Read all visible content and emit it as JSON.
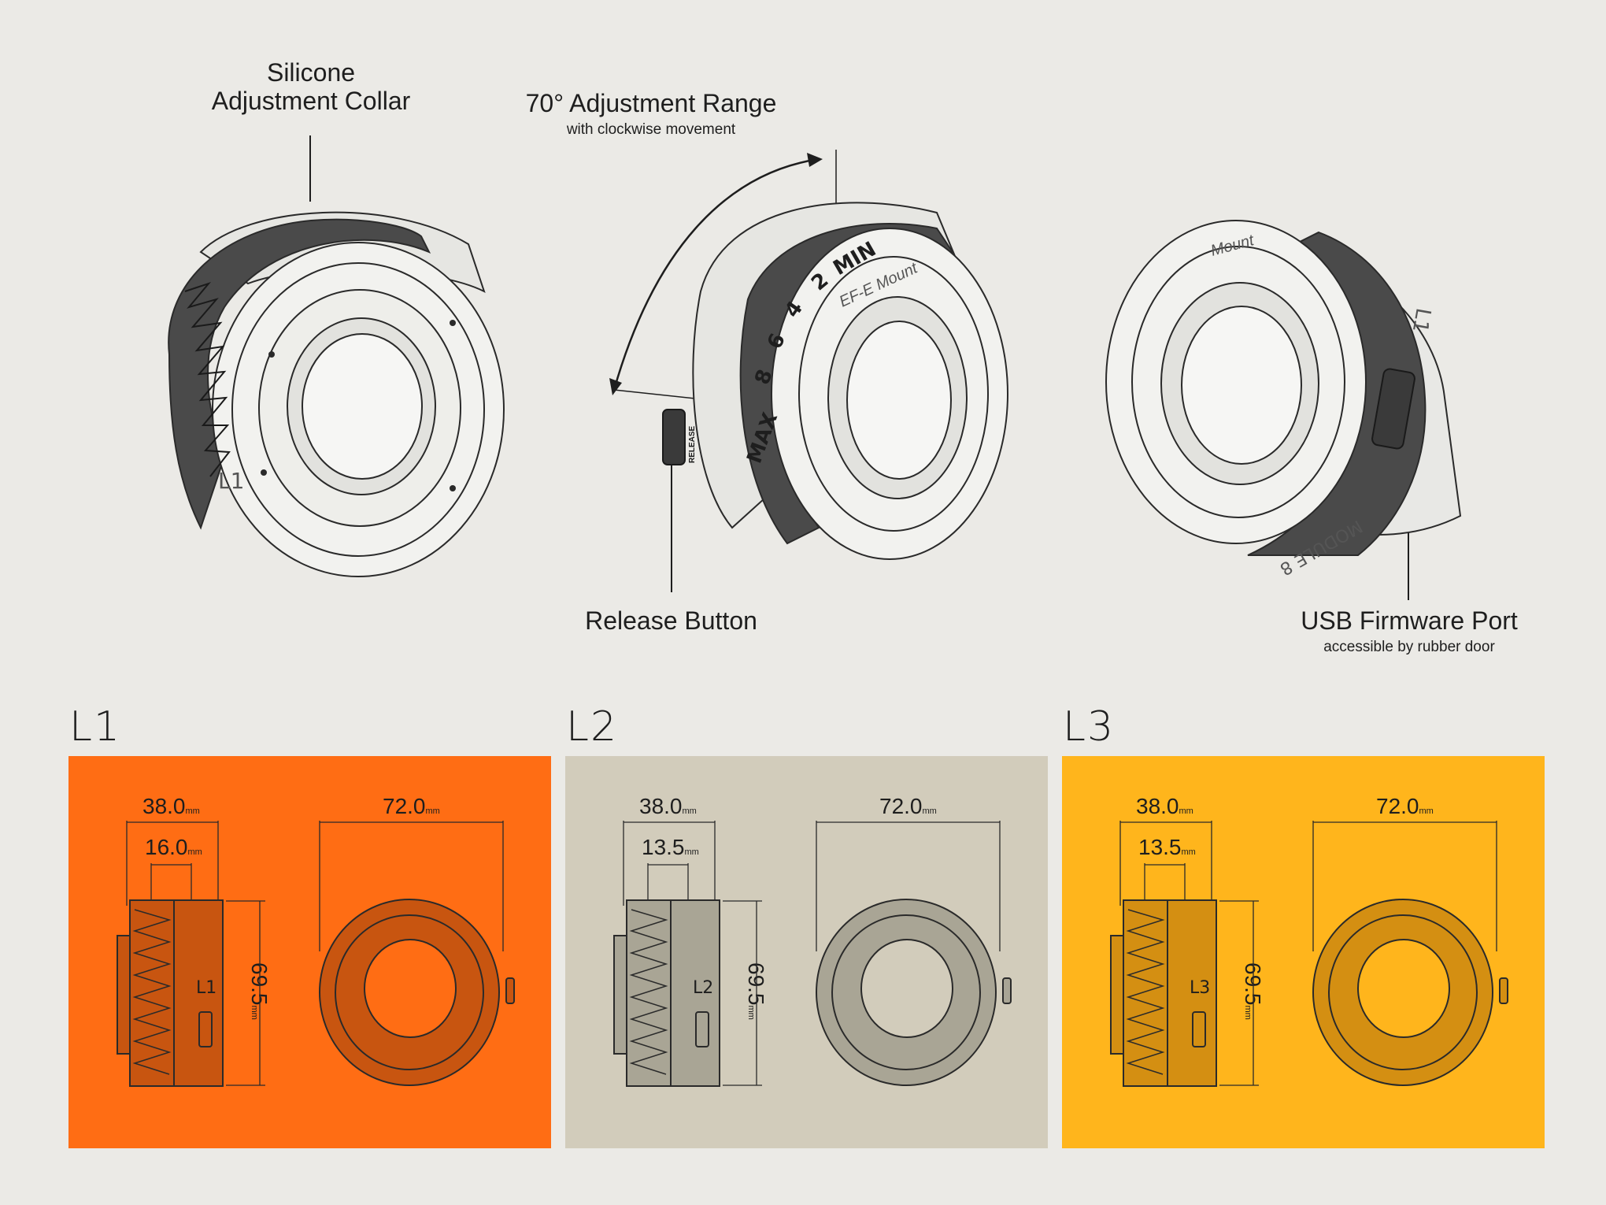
{
  "callouts": {
    "collar": {
      "line1": "Silicone",
      "line2": "Adjustment Collar"
    },
    "range": {
      "title": "70° Adjustment Range",
      "subtitle": "with clockwise movement"
    },
    "release": {
      "title": "Release Button"
    },
    "usb": {
      "title": "USB Firmware Port",
      "subtitle": "accessible by rubber door"
    }
  },
  "lens_markings": {
    "scale": [
      "MAX",
      "8",
      "6",
      "4",
      "2",
      "MIN"
    ],
    "mount": "EF-E Mount",
    "release_text": "RELEASE",
    "brand": "MODULE 8",
    "model": "L1",
    "rear_mount": "Mount"
  },
  "variants": [
    {
      "name": "L1",
      "color": "#ff6d14",
      "body_tint": "#c85510",
      "outer_width": "38.0",
      "inner_width": "16.0",
      "diameter": "72.0",
      "height": "69.5",
      "unit": "mm",
      "badge": "L1"
    },
    {
      "name": "L2",
      "color": "#d2ccbb",
      "body_tint": "#a9a595",
      "outer_width": "38.0",
      "inner_width": "13.5",
      "diameter": "72.0",
      "height": "69.5",
      "unit": "mm",
      "badge": "L2"
    },
    {
      "name": "L3",
      "color": "#ffb51c",
      "body_tint": "#d48f12",
      "outer_width": "38.0",
      "inner_width": "13.5",
      "diameter": "72.0",
      "height": "69.5",
      "unit": "mm",
      "badge": "L3"
    }
  ]
}
